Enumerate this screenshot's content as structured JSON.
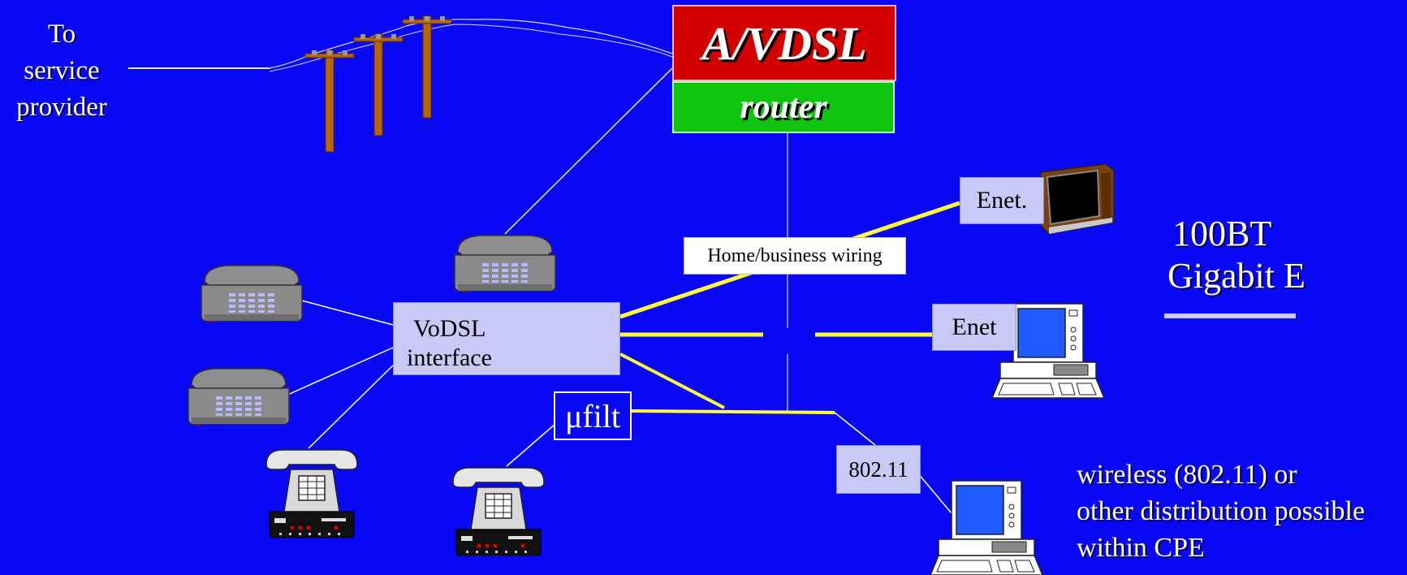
{
  "provider_label": [
    "To",
    "service",
    "provider"
  ],
  "router": {
    "top_label": "A/VDSL",
    "bottom_label": "router"
  },
  "wiring_label": "Home/business wiring",
  "vodsl_label": [
    "VoDSL",
    "interface"
  ],
  "mufilt_label": "μfilt",
  "enet_tv_label": "Enet.",
  "enet_pc_label": "Enet",
  "wifi_label": "802.11",
  "lan_label": [
    "100BT",
    "Gigabit E"
  ],
  "wireless_note": [
    "wireless (802.11) or",
    "other distribution possible",
    "within CPE"
  ],
  "colors": {
    "background": "#0808f5",
    "router_top": "#d40000",
    "router_bottom": "#0ec40e",
    "box_fill": "#c9c9f7",
    "thin_wire": "#f0f060",
    "thick_wire": "#ffff33",
    "pole": "#b8650c",
    "phone": "#8a8a8a",
    "underline": "#c9c9f7"
  },
  "icons": [
    "utility-pole-icon",
    "desk-phone-icon",
    "trimline-phone-icon",
    "television-icon",
    "computer-icon"
  ]
}
